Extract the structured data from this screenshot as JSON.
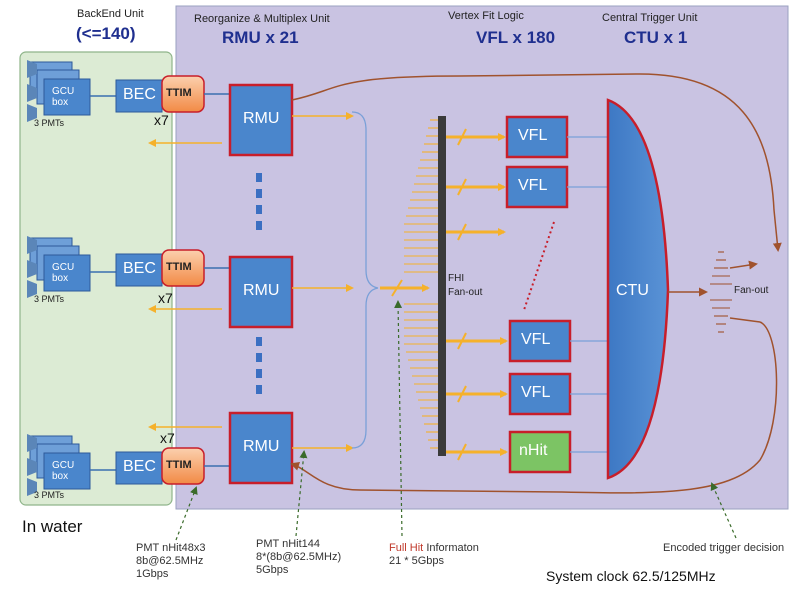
{
  "colors": {
    "main_panel": "#c9c3e2",
    "water_panel": "#dcebd4",
    "block_blue": "#4a86cc",
    "block_border_red": "#c81e2a",
    "ttim_fill": "#f6a56b",
    "arrow_orange": "#f5b12b",
    "trigger_line": "#a0522d",
    "nhit_green": "#7cc464",
    "title_blue": "#1f2f8f"
  },
  "headers": {
    "backend_unit": "BackEnd Unit",
    "backend_count": "(<=140)",
    "rmu_unit": "Reorganize & Multiplex Unit",
    "rmu_count": "RMU x 21",
    "vfl_unit": "Vertex Fit Logic",
    "vfl_count": "VFL x 180",
    "ctu_unit": "Central Trigger Unit",
    "ctu_count": "CTU x 1"
  },
  "gcu": {
    "label_line1": "GCU",
    "label_line2": "box",
    "pmts": "3 PMTs"
  },
  "blocks": {
    "bec": "BEC",
    "ttim": "TTIM",
    "rmu": "RMU",
    "vfl": "VFL",
    "nhit": "nHit",
    "ctu": "CTU",
    "x7": "x7"
  },
  "fanout": {
    "fhi_line1": "FHI",
    "fhi_line2": "Fan-out",
    "ctu_fanout": "Fan-out"
  },
  "in_water": "In water",
  "notes": {
    "pmt_nhit48": [
      "PMT nHit48x3",
      "8b@62.5MHz",
      "1Gbps"
    ],
    "pmt_nhit144": [
      "PMT nHit144",
      "8*(8b@62.5MHz)",
      "5Gbps"
    ],
    "full_hit_word1": "Full",
    "full_hit_word2": "Hit",
    "full_hit_rest": "Informaton",
    "full_hit_line2": "21 * 5Gbps",
    "encoded_trigger": "Encoded trigger decision",
    "system_clock": "System clock 62.5/125MHz"
  }
}
